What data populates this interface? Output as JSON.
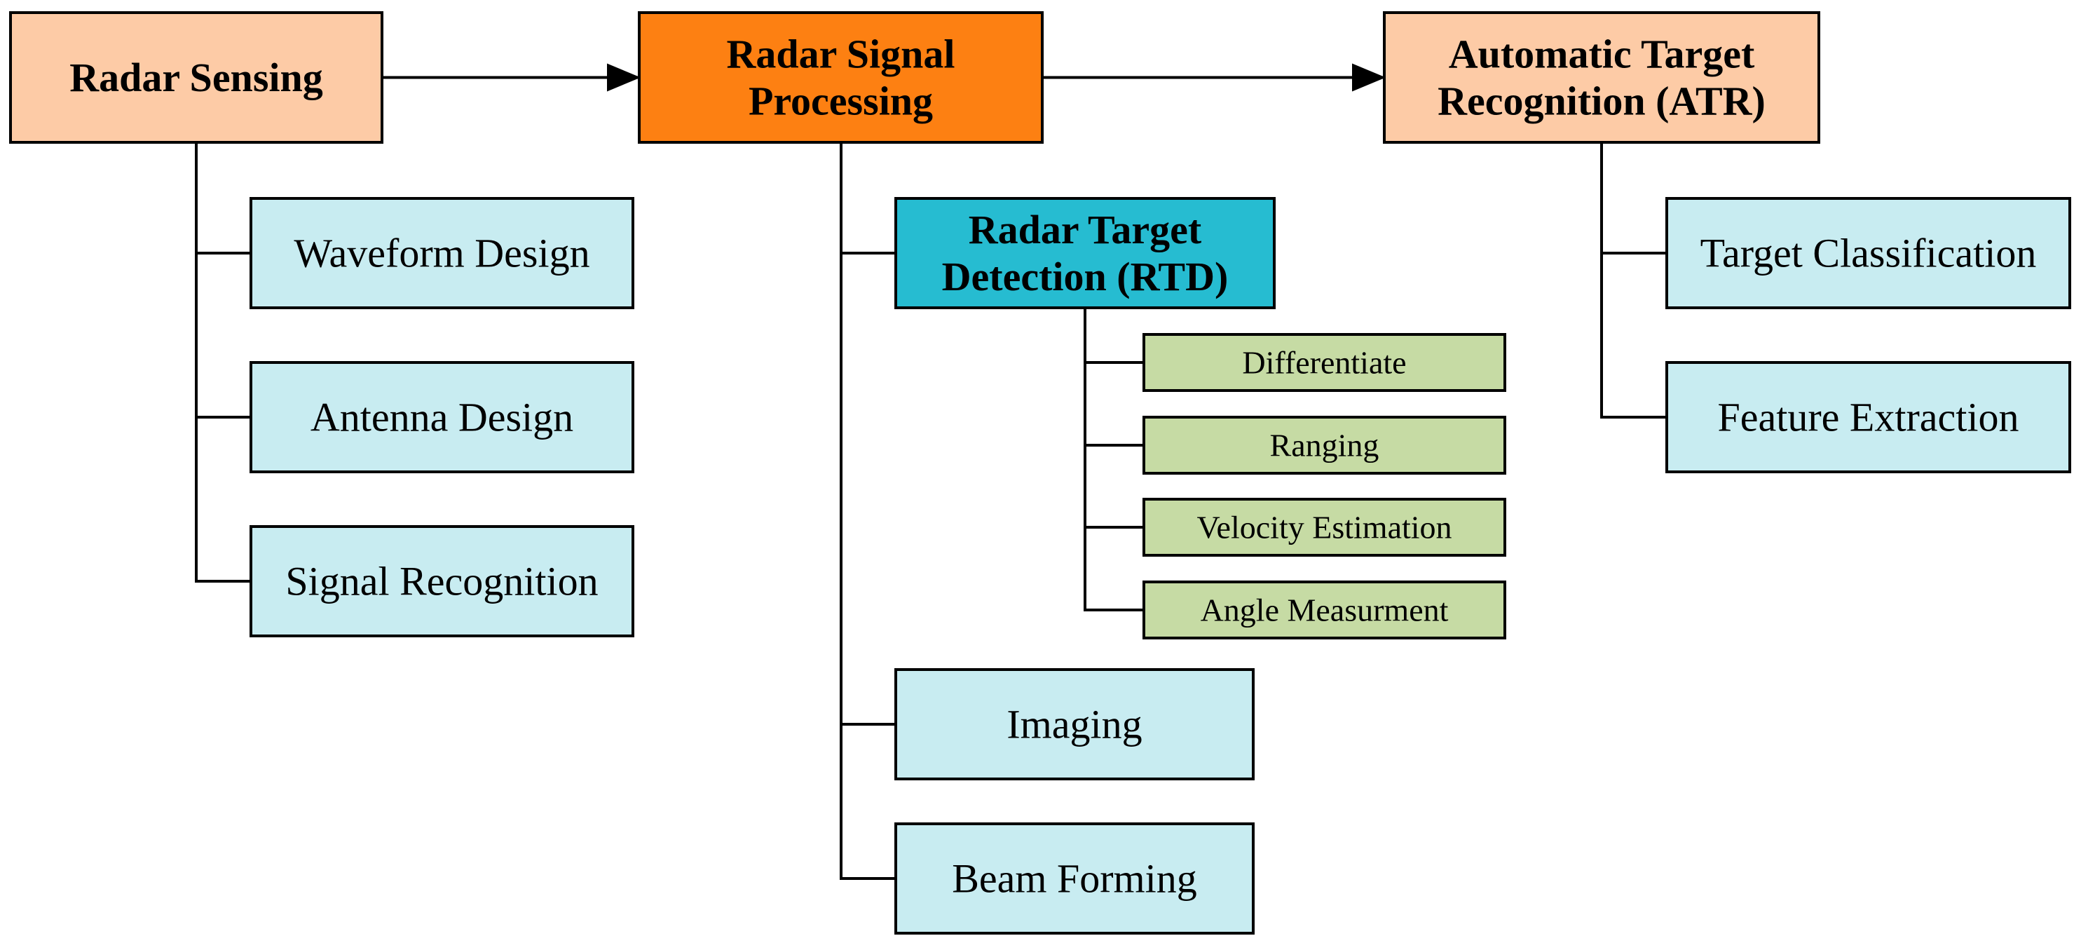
{
  "colors": {
    "radar_sensing": "#fdcba6",
    "radar_signal_processing": "#fd8012",
    "atr": "#fdcba6",
    "rtd": "#26bcd1",
    "light_blue": "#c8ecf1",
    "light_green": "#c6dba4",
    "line": "#000000"
  },
  "nodes": {
    "radar_sensing": {
      "lines": [
        "Radar Sensing"
      ]
    },
    "radar_signal_processing": {
      "lines": [
        "Radar Signal",
        "Processing"
      ]
    },
    "atr": {
      "lines": [
        "Automatic Target",
        "Recognition (ATR)"
      ]
    },
    "waveform_design": {
      "lines": [
        "Waveform Design"
      ]
    },
    "antenna_design": {
      "lines": [
        "Antenna Design"
      ]
    },
    "signal_recognition": {
      "lines": [
        "Signal Recognition"
      ]
    },
    "rtd": {
      "lines": [
        "Radar Target",
        "Detection (RTD)"
      ]
    },
    "differentiate": {
      "lines": [
        "Differentiate"
      ]
    },
    "ranging": {
      "lines": [
        "Ranging"
      ]
    },
    "velocity_estimation": {
      "lines": [
        "Velocity Estimation"
      ]
    },
    "angle_measurement": {
      "lines": [
        "Angle Measurment"
      ]
    },
    "imaging": {
      "lines": [
        "Imaging"
      ]
    },
    "beam_forming": {
      "lines": [
        "Beam Forming"
      ]
    },
    "target_classification": {
      "lines": [
        "Target Classification"
      ]
    },
    "feature_extraction": {
      "lines": [
        "Feature Extraction"
      ]
    }
  },
  "edges": [
    {
      "from": "radar_sensing",
      "to": "radar_signal_processing",
      "type": "arrow"
    },
    {
      "from": "radar_signal_processing",
      "to": "atr",
      "type": "arrow"
    },
    {
      "from": "radar_sensing",
      "to": "waveform_design",
      "type": "tree"
    },
    {
      "from": "radar_sensing",
      "to": "antenna_design",
      "type": "tree"
    },
    {
      "from": "radar_sensing",
      "to": "signal_recognition",
      "type": "tree"
    },
    {
      "from": "radar_signal_processing",
      "to": "rtd",
      "type": "tree"
    },
    {
      "from": "radar_signal_processing",
      "to": "imaging",
      "type": "tree"
    },
    {
      "from": "radar_signal_processing",
      "to": "beam_forming",
      "type": "tree"
    },
    {
      "from": "rtd",
      "to": "differentiate",
      "type": "tree"
    },
    {
      "from": "rtd",
      "to": "ranging",
      "type": "tree"
    },
    {
      "from": "rtd",
      "to": "velocity_estimation",
      "type": "tree"
    },
    {
      "from": "rtd",
      "to": "angle_measurement",
      "type": "tree"
    },
    {
      "from": "atr",
      "to": "target_classification",
      "type": "tree"
    },
    {
      "from": "atr",
      "to": "feature_extraction",
      "type": "tree"
    }
  ]
}
